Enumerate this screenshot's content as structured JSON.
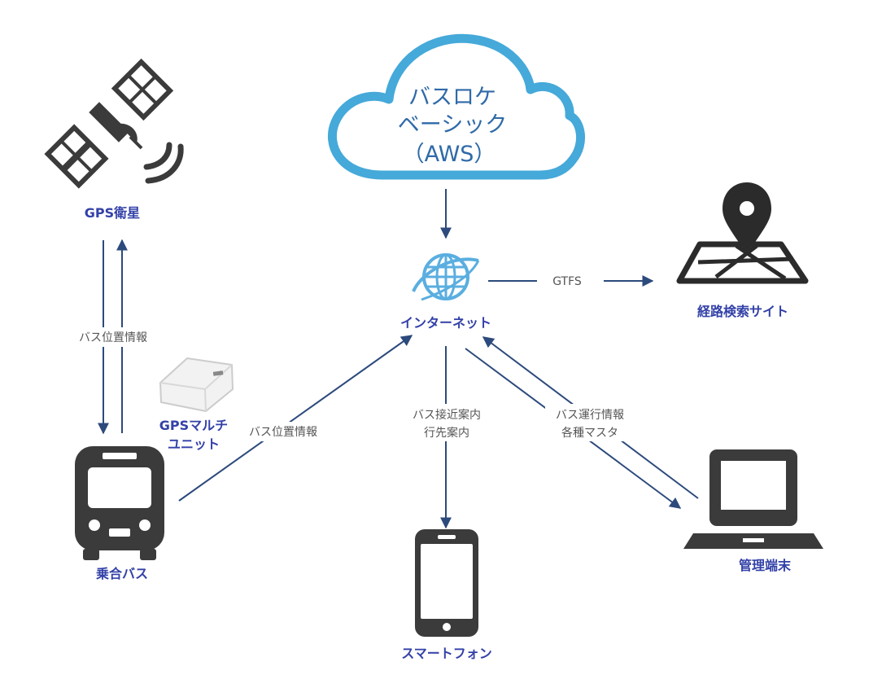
{
  "nodes": {
    "cloud": {
      "line1": "バスロケ",
      "line2": "ベーシック",
      "line3": "（AWS）"
    },
    "internet": "インターネット",
    "gps_satellite": "GPS衛星",
    "gps_unit": {
      "line1": "GPSマルチ",
      "line2": "ユニット"
    },
    "bus": "乗合バス",
    "route_search": "経路検索サイト",
    "smartphone": "スマートフォン",
    "admin_terminal": "管理端末"
  },
  "edges": {
    "satellite_bus": "バス位置情報",
    "bus_internet": "バス位置情報",
    "internet_route": "GTFS",
    "internet_phone": {
      "line1": "バス接近案内",
      "line2": "行先案内"
    },
    "terminal_internet": {
      "line1": "バス運行情報",
      "line2": "各種マスタ"
    }
  },
  "colors": {
    "label": "#3341a8",
    "arrow": "#2c4a7c",
    "cloud_stroke": "#45a9d9",
    "cloud_text": "#2f6aa8",
    "icon": "#3b3b3b",
    "globe": "#5aaee0"
  },
  "icons": {
    "satellite": "satellite-icon",
    "cloud": "cloud-icon",
    "globe": "globe-icon",
    "map_pin": "map-pin-icon",
    "gps_device": "gps-device-icon",
    "bus": "bus-icon",
    "smartphone": "smartphone-icon",
    "laptop": "laptop-icon"
  }
}
